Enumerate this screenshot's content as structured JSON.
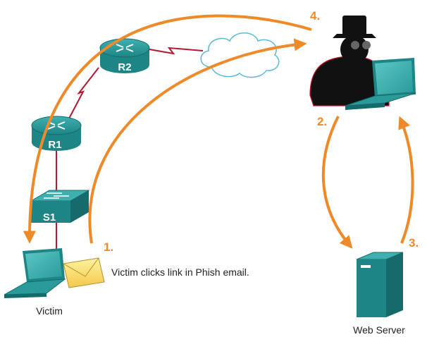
{
  "steps": {
    "one": "1.",
    "two": "2.",
    "three": "3.",
    "four": "4."
  },
  "devices": {
    "router_r1": "R1",
    "router_r2": "R2",
    "switch_s1": "S1"
  },
  "captions": {
    "victim": "Victim",
    "web_server": "Web Server",
    "email_note": "Victim clicks link in Phish email."
  },
  "colors": {
    "arrow": "#ee8a2a",
    "device_teal": "#1e8585",
    "link_red": "#b01830",
    "attacker": "#111111"
  }
}
